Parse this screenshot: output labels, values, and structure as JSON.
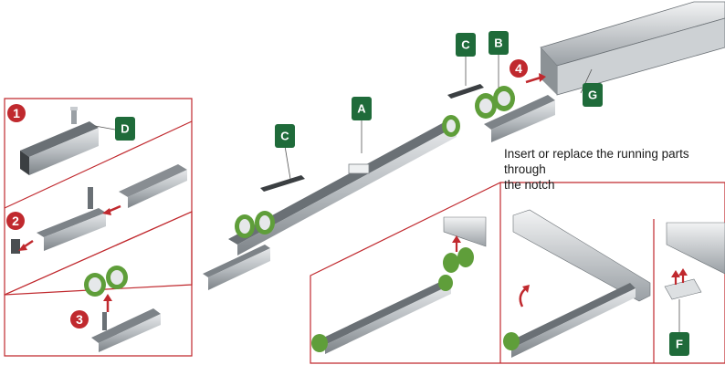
{
  "caption": {
    "line1": "Insert or replace the running parts through",
    "line2": "the notch"
  },
  "parts": {
    "A": "A",
    "B": "B",
    "C": "C",
    "D": "D",
    "F": "F",
    "G": "G"
  },
  "steps": {
    "one": "1",
    "two": "2",
    "three": "3",
    "four": "4"
  },
  "colors": {
    "frame": "#c0292e",
    "badge_green": "#1f6b3a",
    "step_red": "#c0292e",
    "metal": "#b7bcc0",
    "wheel_green": "#5f9e3a"
  }
}
